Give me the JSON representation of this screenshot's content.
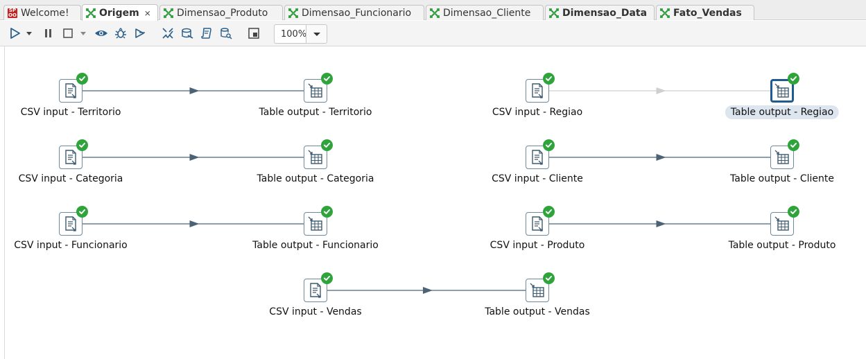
{
  "tabs": [
    {
      "label": "Welcome!",
      "icon": "spoon-logo-icon",
      "active": false,
      "bold": false,
      "closable": false
    },
    {
      "label": "Origem",
      "icon": "transformation-icon",
      "active": true,
      "bold": true,
      "closable": true
    },
    {
      "label": "Dimensao_Produto",
      "icon": "transformation-icon",
      "active": false,
      "bold": false,
      "closable": false
    },
    {
      "label": "Dimensao_Funcionario",
      "icon": "transformation-icon",
      "active": false,
      "bold": false,
      "closable": false
    },
    {
      "label": "Dimensao_Cliente",
      "icon": "transformation-icon",
      "active": false,
      "bold": false,
      "closable": false
    },
    {
      "label": "Dimensao_Data",
      "icon": "transformation-icon",
      "active": false,
      "bold": true,
      "closable": false
    },
    {
      "label": "Fato_Vendas",
      "icon": "transformation-icon",
      "active": false,
      "bold": true,
      "closable": false
    }
  ],
  "welcome_logo_text": [
    "SP",
    "OO"
  ],
  "toolbar": {
    "buttons": [
      "run-icon",
      "run-options-dropdown-icon",
      "pause-icon",
      "stop-icon",
      "stop-options-dropdown-icon",
      "preview-icon",
      "debug-icon",
      "replay-icon",
      "verify-icon",
      "impact-icon",
      "sql-icon",
      "explore-db-icon",
      "show-results-icon"
    ],
    "zoom": "100%"
  },
  "steps": [
    {
      "label": "CSV input - Territorio",
      "type": "csv",
      "selected": false
    },
    {
      "label": "Table output - Territorio",
      "type": "table",
      "selected": false
    },
    {
      "label": "CSV input - Regiao",
      "type": "csv",
      "selected": false
    },
    {
      "label": "Table output - Regiao",
      "type": "table",
      "selected": true
    },
    {
      "label": "CSV input - Categoria",
      "type": "csv",
      "selected": false
    },
    {
      "label": "Table output - Categoria",
      "type": "table",
      "selected": false
    },
    {
      "label": "CSV input - Cliente",
      "type": "csv",
      "selected": false
    },
    {
      "label": "Table output - Cliente",
      "type": "table",
      "selected": false
    },
    {
      "label": "CSV input - Funcionario",
      "type": "csv",
      "selected": false
    },
    {
      "label": "Table output - Funcionario",
      "type": "table",
      "selected": false
    },
    {
      "label": "CSV input - Produto",
      "type": "csv",
      "selected": false
    },
    {
      "label": "Table output - Produto",
      "type": "table",
      "selected": false
    },
    {
      "label": "CSV input - Vendas",
      "type": "csv",
      "selected": false
    },
    {
      "label": "Table output - Vendas",
      "type": "table",
      "selected": false
    }
  ],
  "hops": [
    {
      "from": 0,
      "to": 1,
      "enabled": true
    },
    {
      "from": 2,
      "to": 3,
      "enabled": false
    },
    {
      "from": 4,
      "to": 5,
      "enabled": true
    },
    {
      "from": 6,
      "to": 7,
      "enabled": true
    },
    {
      "from": 8,
      "to": 9,
      "enabled": true
    },
    {
      "from": 10,
      "to": 11,
      "enabled": true
    },
    {
      "from": 12,
      "to": 13,
      "enabled": true
    }
  ],
  "colors": {
    "hop_enabled": "#4a6377",
    "hop_disabled": "#cfcfcf",
    "ok_badge": "#2ea43a",
    "step_border": "#6d8aa0",
    "selected_border": "#1f5b8e",
    "tab_transformation_icon": "#2e9a3a"
  }
}
